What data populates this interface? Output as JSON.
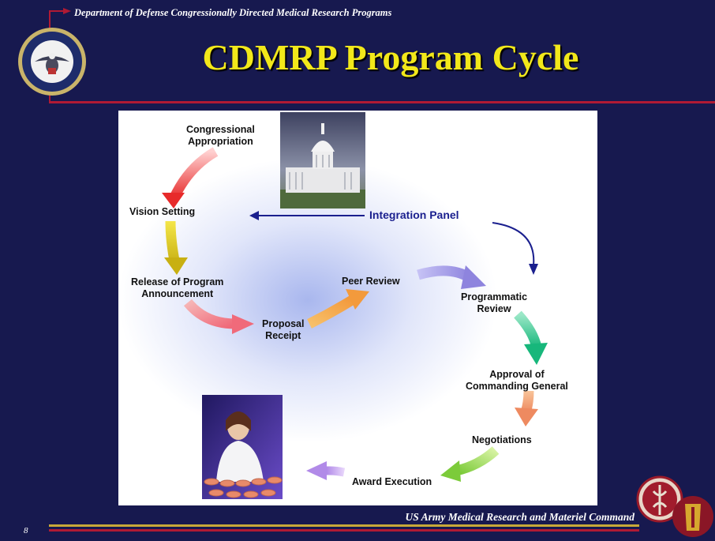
{
  "header": {
    "org_line": "Department of Defense Congressionally Directed Medical Research Programs",
    "title": "CDMRP Program Cycle"
  },
  "diagram": {
    "steps": [
      {
        "line1": "Congressional",
        "line2": "Appropriation"
      },
      {
        "line1": "Vision Setting",
        "line2": ""
      },
      {
        "line1": "Release of Program",
        "line2": "Announcement"
      },
      {
        "line1": "Proposal",
        "line2": "Receipt"
      },
      {
        "line1": "Peer Review",
        "line2": ""
      },
      {
        "line1": "Programmatic",
        "line2": "Review"
      },
      {
        "line1": "Approval of",
        "line2": "Commanding General"
      },
      {
        "line1": "Negotiations",
        "line2": ""
      },
      {
        "line1": "Award Execution",
        "line2": ""
      }
    ],
    "integration_panel": "Integration Panel",
    "colors": {
      "arrow_red": "#e83030",
      "arrow_yellow": "#d7c21a",
      "arrow_pink": "#f07a7a",
      "arrow_orange": "#f39a3c",
      "arrow_purple": "#9a8fe0",
      "arrow_green": "#2cc28a",
      "arrow_lightgreen": "#8fd44a",
      "arrow_lavender": "#c7a2ef",
      "integration_blue": "#1a1f8e"
    }
  },
  "footer": {
    "command": "US Army Medical Research and Materiel Command",
    "page_number": "8"
  },
  "theme": {
    "background": "#17194f",
    "title_color": "#f2e81a",
    "rule_red": "#b01a34",
    "rule_gold": "#c8a938"
  }
}
